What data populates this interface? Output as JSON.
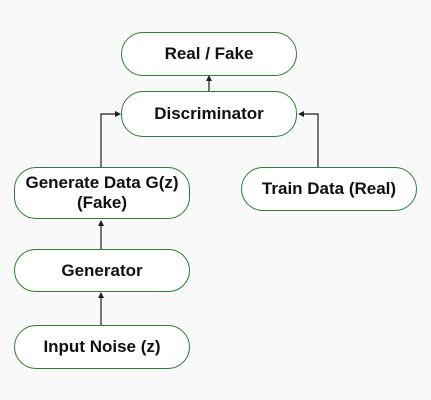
{
  "nodes": {
    "real_fake": "Real / Fake",
    "discriminator": "Discriminator",
    "generated_data": "Generate Data G(z)\n(Fake)",
    "train_data": "Train Data (Real)",
    "generator": "Generator",
    "input_noise": "Input Noise (z)"
  },
  "colors": {
    "node_border": "#2e7d32",
    "node_fill": "#ffffff",
    "background": "#f9f9f9",
    "arrow": "#1f1f1f"
  }
}
